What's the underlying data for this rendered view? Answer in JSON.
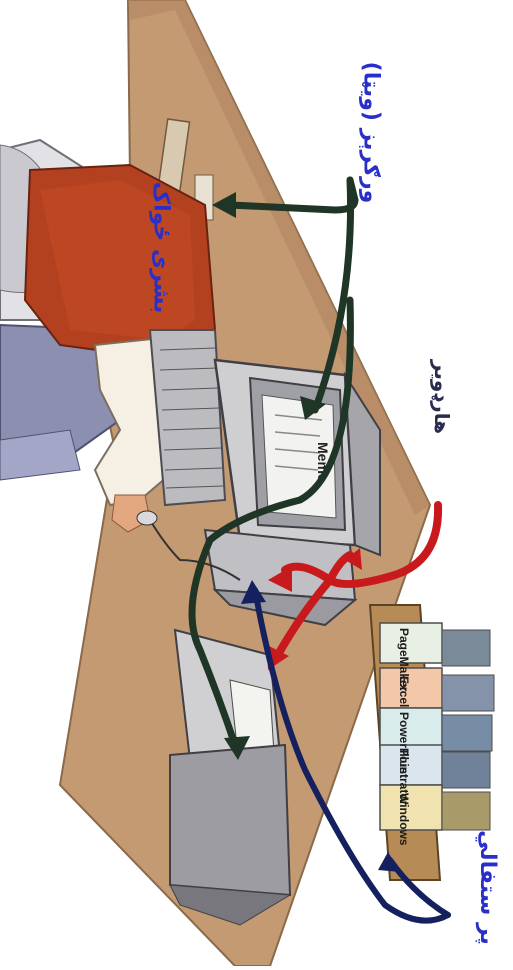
{
  "labels": {
    "peopleware": "ورګرېز (ویټا)",
    "hardware": "هارډوير",
    "user": "بشری ځواک",
    "software": "پر ستفالي"
  },
  "screen_text": "Memo",
  "software_books": [
    "PageMaker",
    "Excel",
    "PowerPoint",
    "Illustrator",
    "Windows"
  ],
  "colors": {
    "desk": "#c49a72",
    "peopleware_arrow": "#1f3526",
    "hardware_arrow": "#c8191d",
    "software_arrow": "#15205e",
    "label_blue": "#2a2fc9"
  }
}
